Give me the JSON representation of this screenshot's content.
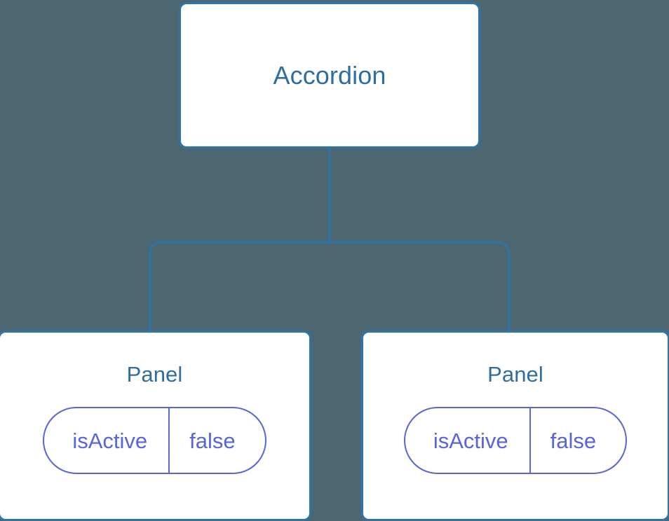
{
  "diagram": {
    "type": "component-tree",
    "background_color": "#4c6672",
    "node_border_color": "#2e74a8",
    "node_title_color": "#2e6e9e",
    "prop_color": "#5865d8",
    "connector_color": "#2e74a8",
    "root": {
      "title": "Accordion"
    },
    "children": [
      {
        "title": "Panel",
        "props": [
          {
            "key": "isActive",
            "value": "false"
          }
        ]
      },
      {
        "title": "Panel",
        "props": [
          {
            "key": "isActive",
            "value": "false"
          }
        ]
      }
    ]
  }
}
